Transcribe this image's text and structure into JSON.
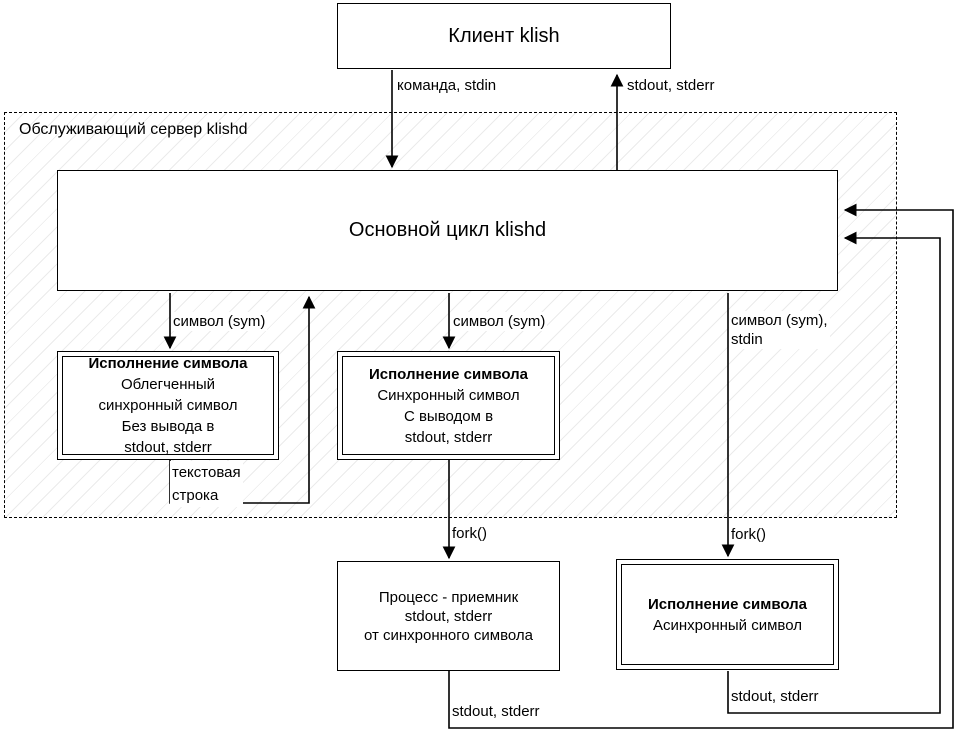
{
  "colors": {
    "stroke": "#000000",
    "background": "#ffffff",
    "hatch_line": "#ebebeb"
  },
  "client": {
    "title": "Клиент klish"
  },
  "server": {
    "label": "Обслуживающий сервер klishd"
  },
  "main_loop": {
    "title": "Основной цикл klishd"
  },
  "edge_labels": {
    "command_stdin": "команда, stdin",
    "stdout_stderr_to_client": "stdout, stderr",
    "sym_left": "символ (sym)",
    "sym_mid": "символ (sym)",
    "sym_right_l1": "символ (sym),",
    "sym_right_l2": "stdin",
    "text_string_l1": "текстовая",
    "text_string_l2": "строка",
    "fork_mid": "fork()",
    "fork_right": "fork()",
    "stdout_stderr_receiver": "stdout, stderr",
    "stdout_stderr_async": "stdout, stderr"
  },
  "nodes": {
    "light_sync_exec": {
      "title": "Исполнение символа",
      "body": [
        "Облегченный",
        "синхронный символ",
        "Без вывода в",
        "stdout, stderr"
      ]
    },
    "sync_exec": {
      "title": "Исполнение символа",
      "body": [
        "Синхронный символ",
        "С выводом в",
        "stdout, stderr"
      ]
    },
    "receiver_process": {
      "body": [
        "Процесс - приемник",
        "stdout, stderr",
        "от синхронного символа"
      ]
    },
    "async_exec": {
      "title": "Исполнение символа",
      "body": [
        "Асинхронный символ"
      ]
    }
  }
}
